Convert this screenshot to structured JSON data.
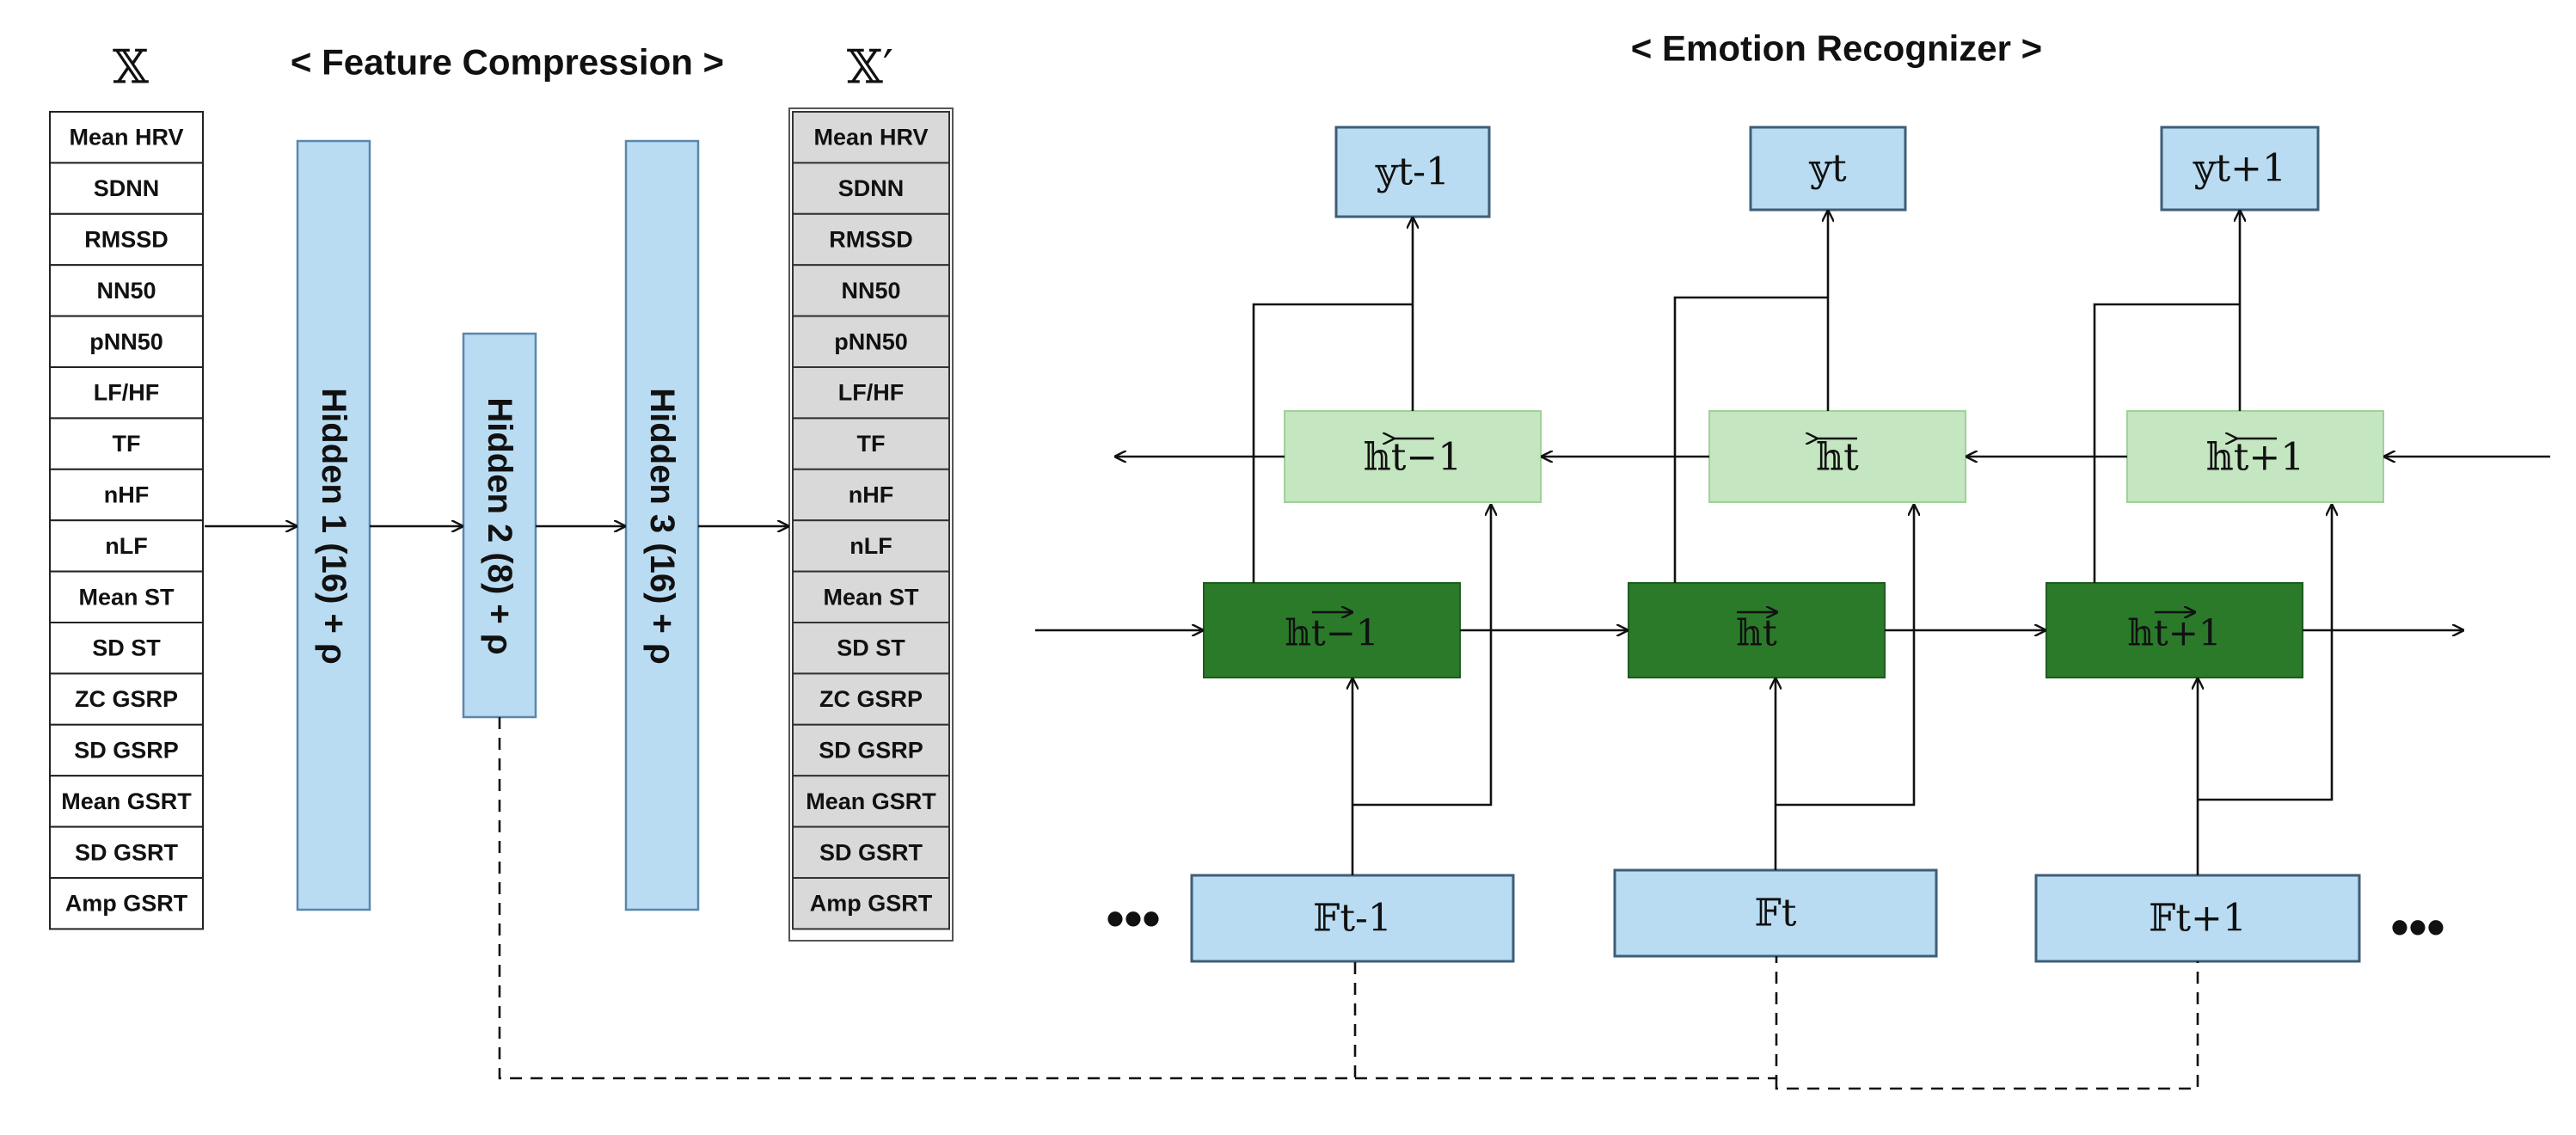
{
  "titles": {
    "input_symbol": "𝕏",
    "feature_compression": "< Feature Compression >",
    "reconstructed_symbol": "𝕏′",
    "emotion_recognizer": "< Emotion Recognizer >"
  },
  "features": [
    "Mean HRV",
    "SDNN",
    "RMSSD",
    "NN50",
    "pNN50",
    "LF/HF",
    "TF",
    "nHF",
    "nLF",
    "Mean ST",
    "SD ST",
    "ZC GSRP",
    "SD GSRP",
    "Mean GSRT",
    "SD GSRT",
    "Amp GSRT"
  ],
  "hidden_layers": [
    "Hidden 1 (16) + ρ",
    "Hidden 2 (8) + ρ",
    "Hidden 3 (16) + ρ"
  ],
  "outputs": [
    "𝕪t-1",
    "𝕪t",
    "𝕪t+1"
  ],
  "backward_states": [
    "𝕙t−1",
    "𝕙t",
    "𝕙t+1"
  ],
  "forward_states": [
    "𝕙t−1",
    "𝕙t",
    "𝕙t+1"
  ],
  "inputs": [
    "𝔽t-1",
    "𝔽t",
    "𝔽t+1"
  ],
  "ellipsis": "•••",
  "colors": {
    "hidden_fill": "#b9dcf2",
    "backward_fill": "#c4e6c0",
    "forward_fill": "#2a7a2a",
    "recon_fill": "#d9d9d9"
  }
}
